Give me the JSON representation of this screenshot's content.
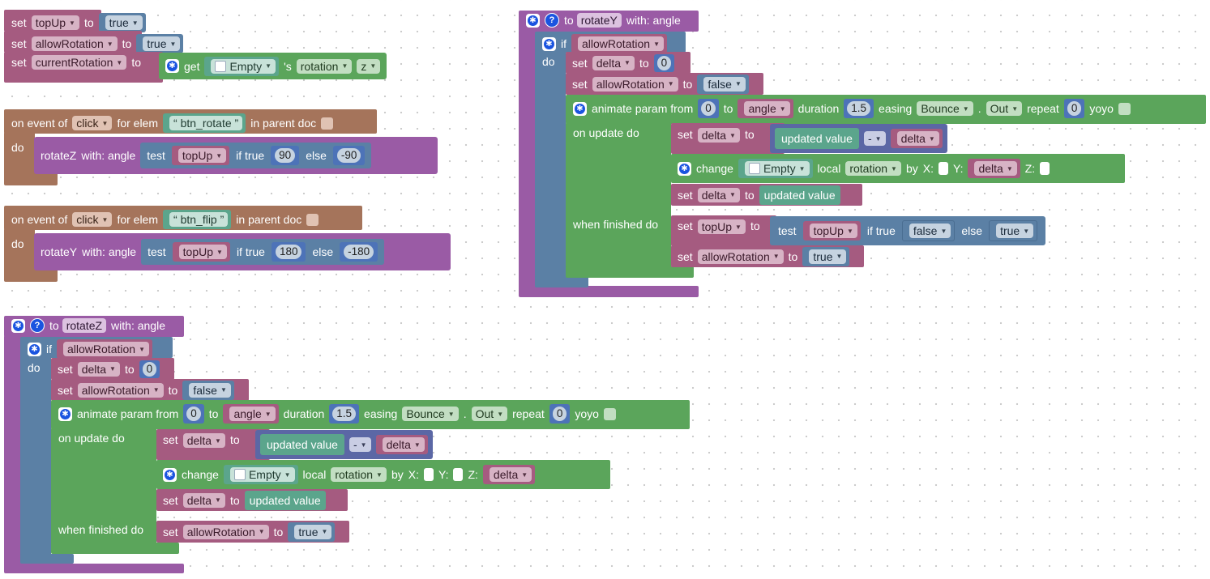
{
  "colors": {
    "var": "#a55b80",
    "logic": "#5b80a5",
    "green": "#5ba55b",
    "teal": "#5ba58c",
    "event": "#a5745b",
    "proc": "#9a5ba5"
  },
  "kw": {
    "set": "set",
    "to": "to",
    "get": "get",
    "s_of": "'s",
    "do": "do",
    "if": "if",
    "test": "test",
    "if_true": "if true",
    "else": "else",
    "on_event_of": "on event of",
    "for_elem": "for elem",
    "in_parent_doc": "in parent doc",
    "with_angle": "with:  angle",
    "to_hdr": "to",
    "with_angle_hdr": "with: angle",
    "animate_param_from": "animate param from",
    "duration": "duration",
    "easing": "easing",
    "dot": ".",
    "repeat": "repeat",
    "yoyo": "yoyo",
    "on_update_do": "on update do",
    "when_finished_do": "when finished do",
    "change": "change",
    "local": "local",
    "by": "by",
    "x": "X:",
    "y": "Y:",
    "z": "Z:",
    "updated_value": "updated value",
    "minus": "-",
    "open_q": "“",
    "close_q": "”"
  },
  "vars": {
    "topUp": "topUp",
    "allowRotation": "allowRotation",
    "currentRotation": "currentRotation",
    "delta": "delta",
    "angle": "angle"
  },
  "values": {
    "true": "true",
    "false": "false",
    "zero": "0",
    "n90": "90",
    "m90": "-90",
    "n180": "180",
    "m180": "-180",
    "dur": "1.5"
  },
  "objects": {
    "empty": "Empty",
    "rotation": "rotation",
    "axis_z": "z",
    "bounce": "Bounce",
    "out": "Out"
  },
  "events": {
    "click": "click",
    "btn_rotate": "btn_rotate",
    "btn_flip": "btn_flip"
  },
  "procs": {
    "rotateZ": "rotateZ",
    "rotateY": "rotateY"
  }
}
